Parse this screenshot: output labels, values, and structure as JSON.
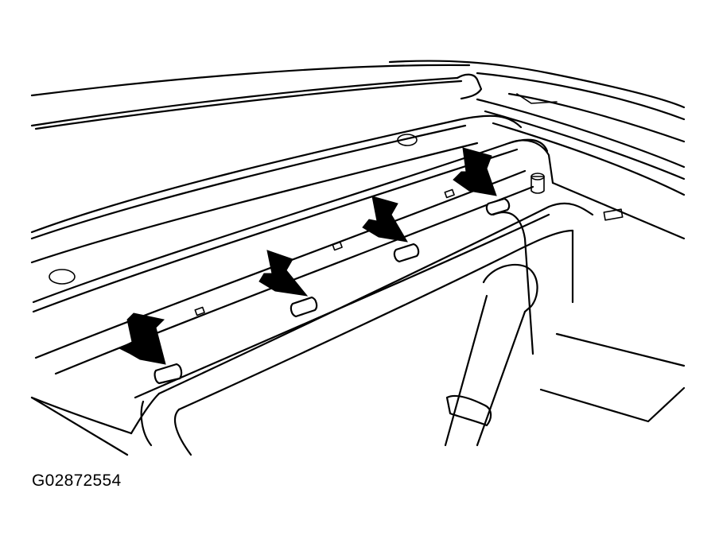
{
  "figure": {
    "id_label": "G02872554",
    "ink_color": "#000000",
    "paper_color": "#ffffff",
    "arrow_count": 4,
    "clip_count": 4
  }
}
